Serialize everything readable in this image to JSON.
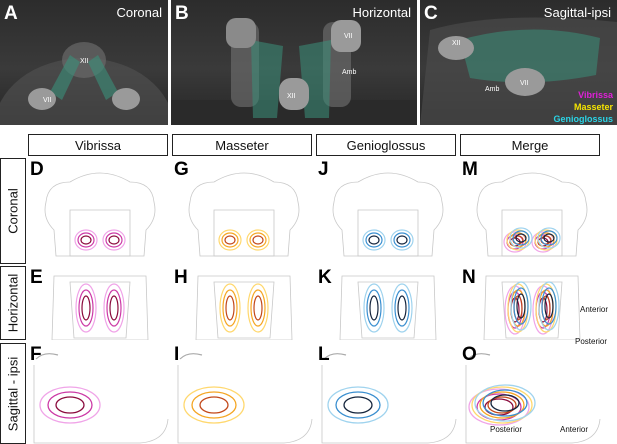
{
  "top_panels": [
    {
      "letter": "A",
      "title": "Coronal",
      "labels": [
        "XII",
        "VII"
      ]
    },
    {
      "letter": "B",
      "title": "Horizontal",
      "labels": [
        "VII",
        "Amb",
        "XII"
      ]
    },
    {
      "letter": "C",
      "title": "Sagittal-ipsi",
      "labels": [
        "XII",
        "Amb",
        "VII"
      ]
    }
  ],
  "legend": [
    {
      "name": "Vibrissa",
      "color": "#e020d8"
    },
    {
      "name": "Masseter",
      "color": "#f5e400"
    },
    {
      "name": "Genioglossus",
      "color": "#2ad4e6"
    }
  ],
  "columns": [
    "Vibrissa",
    "Masseter",
    "Genioglossus",
    "Merge"
  ],
  "rows": [
    "Coronal",
    "Horizontal",
    "Sagittal - ipsi"
  ],
  "panel_letters": [
    "D",
    "G",
    "J",
    "M",
    "E",
    "H",
    "K",
    "N",
    "F",
    "I",
    "L",
    "O"
  ],
  "axes": {
    "anterior": "Anterior",
    "posterior": "Posterior",
    "posterior_anterior_left": "Posterior",
    "posterior_anterior_right": "Anterior"
  },
  "contour_colors": {
    "vibrissa": [
      "#f0a4e8",
      "#cc3aa6",
      "#8a0a3c"
    ],
    "masseter": [
      "#ffd86e",
      "#f5a623",
      "#c2481a"
    ],
    "genioglossus": [
      "#9fd3ee",
      "#3a8fd0",
      "#14243c"
    ]
  }
}
